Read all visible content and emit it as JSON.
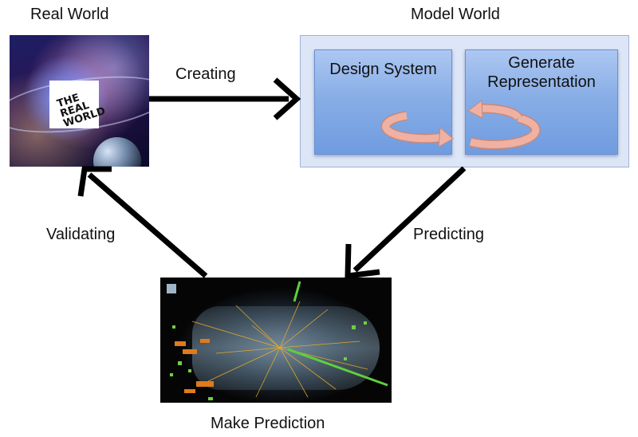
{
  "titles": {
    "real_world": "Real World",
    "model_world": "Model World",
    "make_prediction": "Make Prediction"
  },
  "real_world_logo": [
    "THE",
    "REAL",
    "WORLD"
  ],
  "model_world": {
    "design_system": "Design System",
    "generate_representation": [
      "Generate",
      "Representation"
    ]
  },
  "edges": {
    "creating": "Creating",
    "validating": "Validating",
    "predicting": "Predicting"
  },
  "colors": {
    "arrow": "#000000",
    "cycle_arrow": "#e8a79a",
    "model_box": "#dde6f6",
    "panel": "#88aee6"
  },
  "icons": [
    "cycle-arrow-icon",
    "galaxy-image",
    "particle-collision-image"
  ]
}
